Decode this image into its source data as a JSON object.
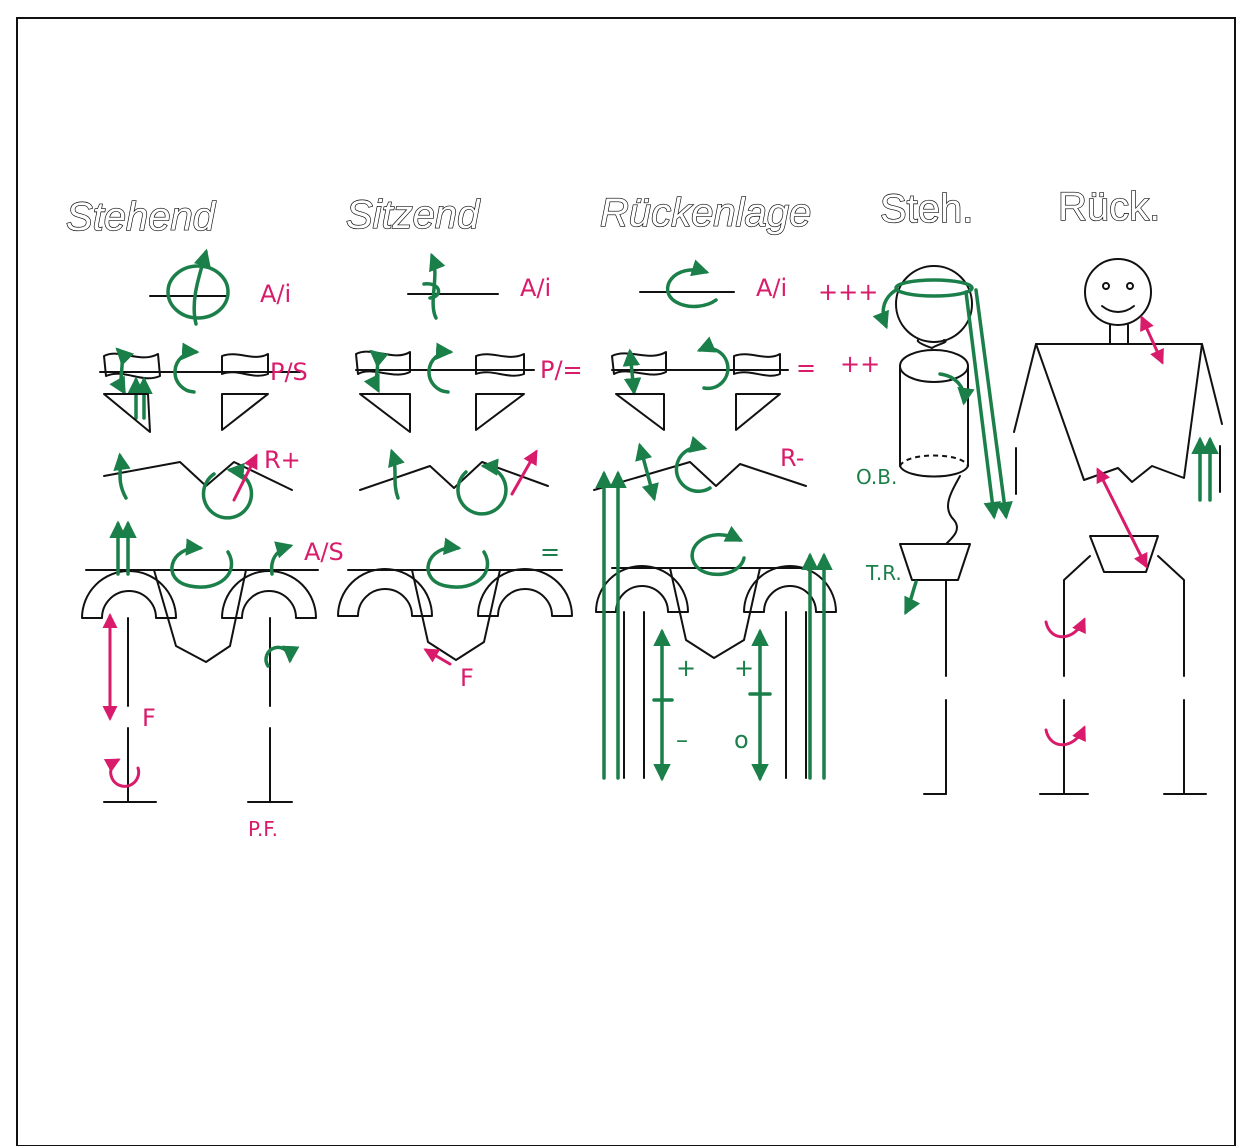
{
  "headings": {
    "stehend": "Stehend",
    "sitzend": "Sitzend",
    "rueckenlage": "Rückenlage",
    "steh": "Steh.",
    "rueck": "Rück."
  },
  "labels": {
    "stehend_head": "A/i",
    "stehend_shoulder": "P/S",
    "stehend_thorax": "R+",
    "stehend_pelvis": "A/S",
    "stehend_leg": "F",
    "stehend_foot": "P.F.",
    "sitzend_head": "A/i",
    "sitzend_shoulder": "P/=",
    "sitzend_pelvis": "=",
    "sitzend_sacrum": "F",
    "rueckenlage_head": "A/i",
    "rueckenlage_shoulder": "=",
    "rueckenlage_thorax": "R-",
    "rueckenlage_leg_plus_1": "+",
    "rueckenlage_leg_minus": "–",
    "rueckenlage_leg_plus_2": "+",
    "rueckenlage_leg_zero": "o",
    "steh_head": "+++",
    "steh_chest": "++",
    "steh_ob": "O.B.",
    "steh_tr": "T.R."
  },
  "colors": {
    "ink": "#111111",
    "green": "#1b7f4a",
    "pink": "#d81b6a",
    "paper": "#ffffff"
  }
}
